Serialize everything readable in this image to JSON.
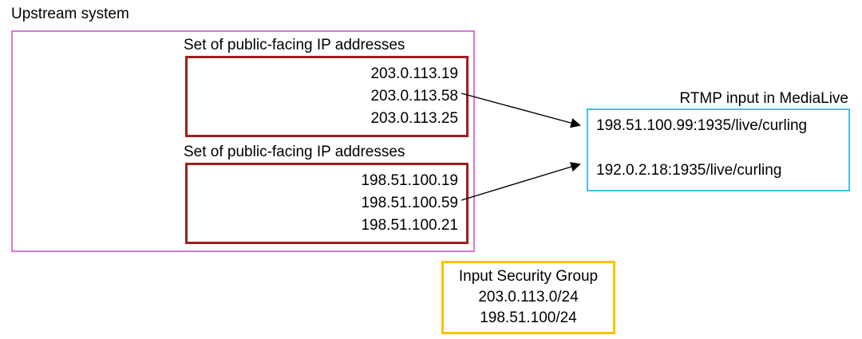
{
  "upstream": {
    "title": "Upstream system",
    "groups": [
      {
        "label": "Set of public-facing IP addresses",
        "ips": [
          "203.0.113.19",
          "203.0.113.58",
          "203.0.113.25"
        ]
      },
      {
        "label": "Set of public-facing IP addresses",
        "ips": [
          "198.51.100.19",
          "198.51.100.59",
          "198.51.100.21"
        ]
      }
    ]
  },
  "medialive": {
    "title": "RTMP input in MediaLive",
    "endpoints": [
      "198.51.100.99:1935/live/curling",
      "192.0.2.18:1935/live/curling"
    ]
  },
  "security_group": {
    "title": "Input Security Group",
    "cidrs": [
      "203.0.113.0/24",
      "198.51.100/24"
    ]
  },
  "colors": {
    "upstream_border": "#d678d6",
    "ip_set_border": "#9c1f1f",
    "medialive_border": "#41c0f0",
    "security_group_border": "#ffc000",
    "arrow": "#000000",
    "text": "#000000",
    "background": "#ffffff"
  }
}
